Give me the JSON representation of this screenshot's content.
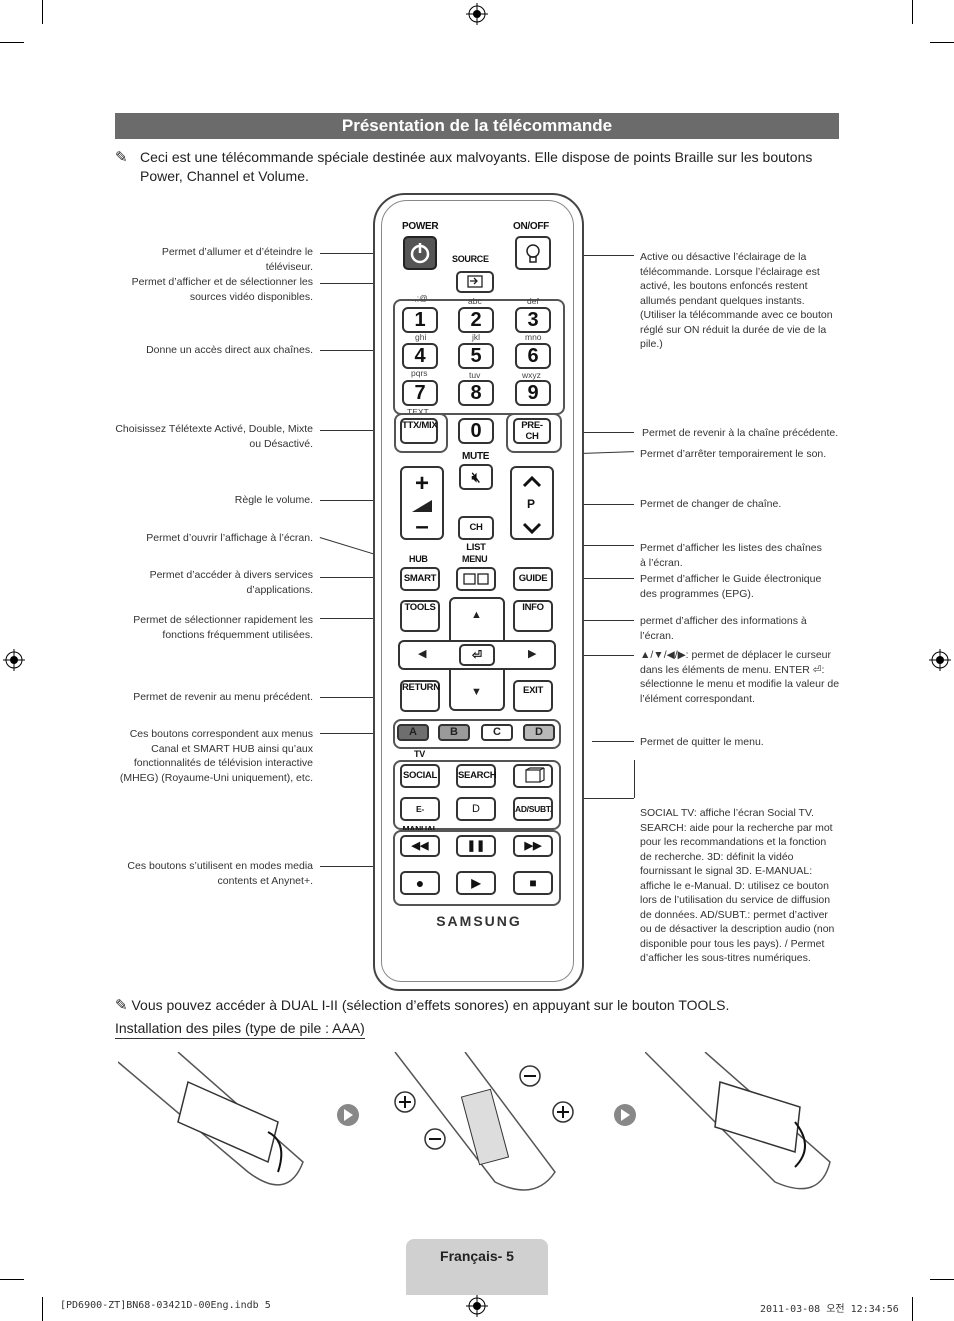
{
  "page_title": "Présentation de la télécommande",
  "intro_note": "Ceci est une télécommande spéciale destinée aux malvoyants. Elle dispose de points Braille sur les boutons Power, Channel et Volume.",
  "left_annotations": [
    "Permet d’allumer et d’éteindre le téléviseur.",
    "Permet d’afficher et de sélectionner les sources vidéo disponibles.",
    "Donne un accès direct aux chaînes.",
    "Choisissez Télétexte Activé, Double, Mixte ou Désactivé.",
    "Règle le volume.",
    "Permet d’ouvrir l’affichage à l’écran.",
    "Permet d’accéder à divers services d’applications.",
    "Permet de sélectionner rapidement les fonctions fréquemment utilisées.",
    "Permet de revenir au menu précédent.",
    "Ces boutons correspondent aux menus Canal et SMART HUB ainsi qu’aux fonctionnalités de télévision interactive (MHEG) (Royaume-Uni uniquement), etc.",
    "Ces boutons s’utilisent en modes media contents et Anynet+."
  ],
  "right_annotations": [
    "Active ou désactive l’éclairage de la télécommande. Lorsque l’éclairage est activé, les boutons enfoncés restent allumés pendant quelques instants. (Utiliser la télécommande avec ce bouton réglé sur ON réduit la durée de vie de la pile.)",
    "Permet de revenir à la chaîne précédente.",
    "Permet d’arrêter temporairement le son.",
    "Permet de changer de chaîne.",
    "Permet d’afficher les listes des chaînes à l’écran.",
    "Permet d’afficher le Guide électronique des programmes (EPG).",
    "permet d’afficher des informations à l’écran.",
    "▲/▼/◀/▶: permet de déplacer le curseur dans les éléments de menu. ENTER ⏎: sélectionne le menu et modifie la valeur de l’élément correspondant.",
    "Permet de quitter le menu.",
    "SOCIAL TV: affiche l’écran Social TV. SEARCH: aide pour la recherche par mot pour les recommandations et la fonction de recherche. 3D: définit la vidéo fournissant le signal 3D. E-MANUAL: affiche le e-Manual. D: utilisez ce bouton lors de l’utilisation du service de diffusion de données. AD/SUBT.: permet d’activer ou de désactiver la description audio (non disponible pour tous les pays). / Permet d’afficher les sous-titres numériques."
  ],
  "remote": {
    "power": "POWER",
    "onoff": "ON/OFF",
    "source": "SOURCE",
    "keys": [
      "1",
      "2",
      "3",
      "4",
      "5",
      "6",
      "7",
      "8",
      "9",
      "0"
    ],
    "key_letters": [
      ".,;@",
      "abc",
      "def",
      "ghi",
      "jkl",
      "mno",
      "pqrs",
      "tuv",
      "wxyz"
    ],
    "ttx": "TTX/MIX",
    "text_label": "TEXT",
    "prech": "PRE-CH",
    "mute": "MUTE",
    "p": "P",
    "chlist": "CH LIST",
    "hub": "HUB",
    "menu": "MENU",
    "smart": "SMART",
    "guide": "GUIDE",
    "tools": "TOOLS",
    "info": "INFO",
    "return": "RETURN",
    "exit": "EXIT",
    "colors": [
      "A",
      "B",
      "C",
      "D"
    ],
    "tv": "TV",
    "social": "SOCIAL",
    "search": "SEARCH",
    "emanual": "E-MANUAL",
    "d": "D",
    "adsubt": "AD/SUBT.",
    "brand": "SAMSUNG"
  },
  "dual_note": "Vous pouvez accéder à DUAL I-II (sélection d’effets sonores) en appuyant sur le bouton TOOLS.",
  "battery_heading": "Installation des piles (type de pile : AAA)",
  "footer_page": "Français- 5",
  "print_info_left": "[PD6900-ZT]BN68-03421D-00Eng.indb   5",
  "print_info_right": "2011-03-08   오전 12:34:56",
  "colors": {
    "title_bar": "#6b6b6b",
    "footer_tab": "#d0d0d0",
    "btn_a": "#6e6e6e",
    "btn_b": "#9a9a9a"
  }
}
